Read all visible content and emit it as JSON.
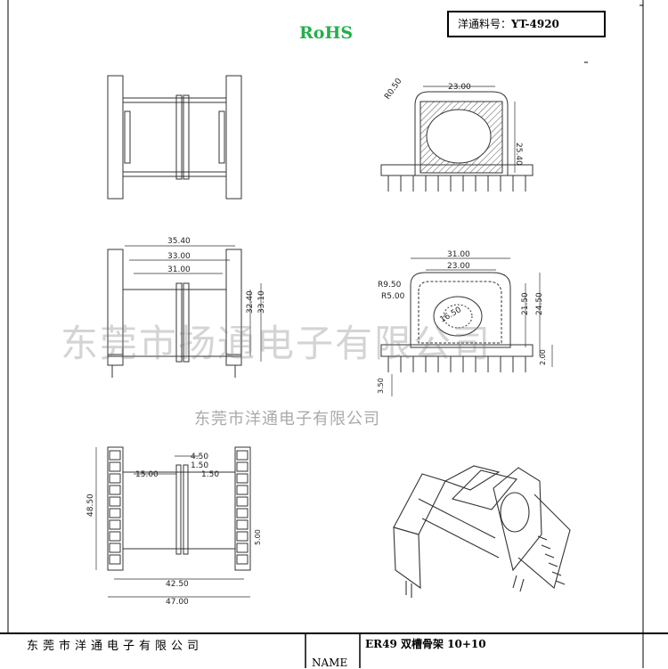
{
  "header": {
    "rohs": "RoHS",
    "part_label": "洋通料号：",
    "part_number": "YT-4920"
  },
  "watermark": {
    "large": "东莞市扬通电子有限公司",
    "small": "东莞市洋通电子有限公司"
  },
  "title_block": {
    "company": "东莞市洋通电子有限公司",
    "product": "ER49  双槽骨架  10+10",
    "name_label": "NAME"
  },
  "dimensions": {
    "top_right": {
      "d1": "23.00",
      "d2": "25.40",
      "r": "R0.50"
    },
    "middle_left": {
      "d1": "35.40",
      "d2": "33.00",
      "d3": "31.00",
      "h1": "32.40",
      "h2": "33.10"
    },
    "middle_right": {
      "d1": "31.00",
      "d2": "23.00",
      "r1": "R9.50",
      "r2": "R5.00",
      "d3": "16.50",
      "h1": "21.50",
      "h2": "24.50",
      "h3": "2.00",
      "pin": "3.50"
    },
    "bottom_left": {
      "d1": "4.50",
      "d2": "1.50",
      "d3": "15.00",
      "d4": "1.50",
      "h1": "48.50",
      "pitch": "5.00",
      "w1": "42.50",
      "w2": "47.00"
    }
  }
}
